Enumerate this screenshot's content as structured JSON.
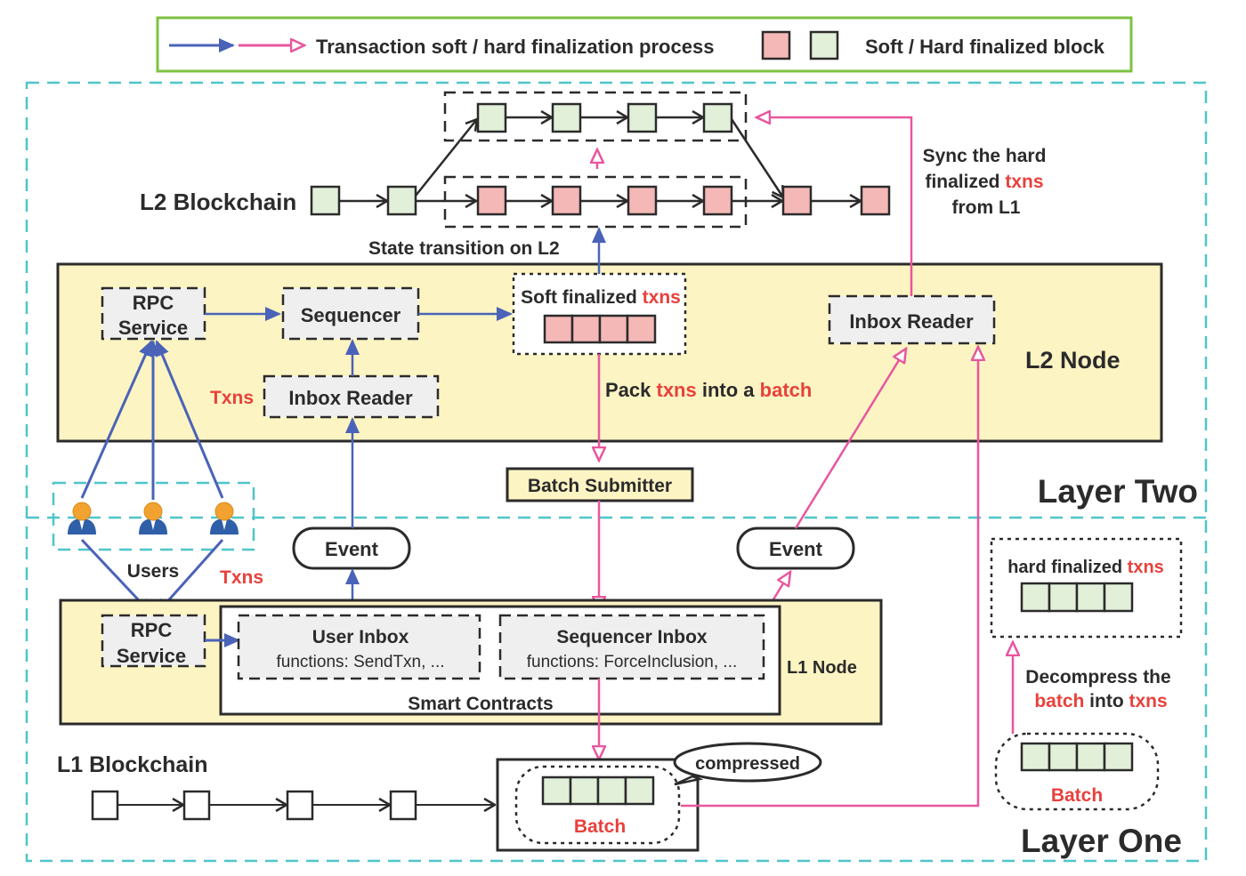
{
  "legend": {
    "process_label": "Transaction soft / hard finalization process",
    "block_label": "Soft / Hard finalized block"
  },
  "colors": {
    "soft_block": "#f4b8b6",
    "hard_block": "#e2efd9",
    "blue_arrow": "#4a63b8",
    "pink_arrow": "#e8569e",
    "node_fill": "#fdf4c3",
    "component_fill": "#f0eff0",
    "layer_border": "#4fc5c9",
    "legend_border": "#7cc242",
    "highlight_text": "#e8413c"
  },
  "l2_blockchain": {
    "label": "L2 Blockchain",
    "state_transition_label": "State transition on L2",
    "sync_label": {
      "line1": "Sync the hard",
      "line2_prefix": "finalized ",
      "line2_highlight": "txns",
      "line3": "from L1"
    }
  },
  "l2_node": {
    "label": "L2 Node",
    "rpc_service": {
      "line1": "RPC",
      "line2": "Service"
    },
    "sequencer": "Sequencer",
    "inbox_reader_left": "Inbox Reader",
    "inbox_reader_right": "Inbox Reader",
    "soft_finalized": {
      "prefix": "Soft finalized ",
      "highlight": "txns"
    },
    "txns_label": "Txns",
    "pack_label": {
      "p1": "Pack ",
      "h1": "txns",
      "p2": " into a ",
      "h2": "batch"
    }
  },
  "batch_submitter": "Batch Submitter",
  "layer_two_label": "Layer Two",
  "layer_one_label": "Layer One",
  "users": {
    "label": "Users",
    "txns_label": "Txns",
    "count": 3
  },
  "events": {
    "left": "Event",
    "right": "Event"
  },
  "l1_node": {
    "label": "L1 Node",
    "rpc_service": {
      "line1": "RPC",
      "line2": "Service"
    },
    "user_inbox": {
      "title": "User Inbox",
      "functions": "functions: SendTxn, ..."
    },
    "sequencer_inbox": {
      "title": "Sequencer Inbox",
      "functions": "functions: ForceInclusion, ..."
    },
    "smart_contracts_label": "Smart Contracts"
  },
  "l1_blockchain": {
    "label": "L1 Blockchain",
    "batch_label": "Batch",
    "compressed_label": "compressed"
  },
  "hard_finalized": {
    "prefix": "hard finalized ",
    "highlight": "txns"
  },
  "decompress": {
    "line1": "Decompress the",
    "h1": "batch",
    "p2": " into ",
    "h2": "txns"
  },
  "batch_right_label": "Batch"
}
